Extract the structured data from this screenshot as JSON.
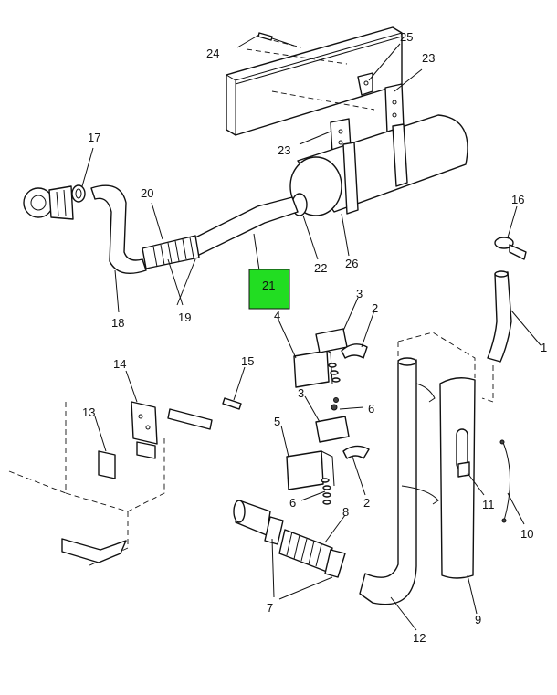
{
  "highlight_color": "#22dd22",
  "callouts": [
    {
      "id": "c1",
      "label": "1"
    },
    {
      "id": "c2a",
      "label": "2"
    },
    {
      "id": "c2b",
      "label": "2"
    },
    {
      "id": "c3a",
      "label": "3"
    },
    {
      "id": "c3b",
      "label": "3"
    },
    {
      "id": "c4",
      "label": "4"
    },
    {
      "id": "c5",
      "label": "5"
    },
    {
      "id": "c6a",
      "label": "6"
    },
    {
      "id": "c6b",
      "label": "6"
    },
    {
      "id": "c7",
      "label": "7"
    },
    {
      "id": "c8",
      "label": "8"
    },
    {
      "id": "c9",
      "label": "9"
    },
    {
      "id": "c10",
      "label": "10"
    },
    {
      "id": "c11",
      "label": "11"
    },
    {
      "id": "c12",
      "label": "12"
    },
    {
      "id": "c13",
      "label": "13"
    },
    {
      "id": "c14",
      "label": "14"
    },
    {
      "id": "c15",
      "label": "15"
    },
    {
      "id": "c16",
      "label": "16"
    },
    {
      "id": "c17",
      "label": "17"
    },
    {
      "id": "c18",
      "label": "18"
    },
    {
      "id": "c19",
      "label": "19"
    },
    {
      "id": "c20",
      "label": "20"
    },
    {
      "id": "c21",
      "label": "21"
    },
    {
      "id": "c22",
      "label": "22"
    },
    {
      "id": "c23a",
      "label": "23"
    },
    {
      "id": "c23b",
      "label": "23"
    },
    {
      "id": "c24",
      "label": "24"
    },
    {
      "id": "c25",
      "label": "25"
    },
    {
      "id": "c26",
      "label": "26"
    }
  ]
}
